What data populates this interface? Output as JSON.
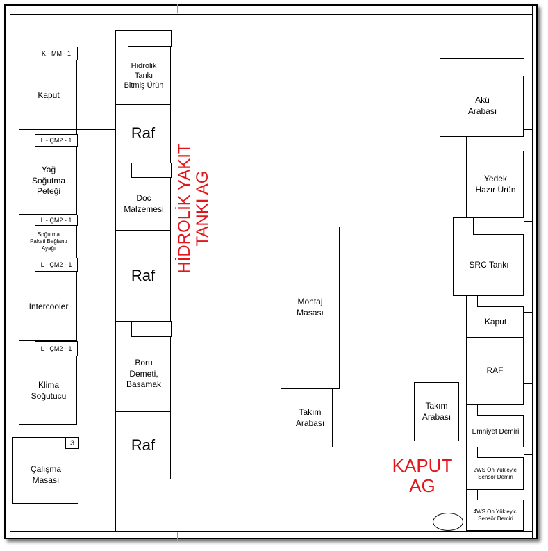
{
  "left_column": {
    "kaput": {
      "tag": "K - MM - 1",
      "label": "Kaput"
    },
    "yag": {
      "tag": "L - ÇM2 - 1",
      "label": "Yağ\nSoğutma\nPeteği"
    },
    "sogutma_ayagi": {
      "tag": "L - ÇM2 - 1",
      "label": "Soğutma\nPaketi Bağlantı\nAyağı"
    },
    "intercooler": {
      "tag": "L - ÇM2 - 1",
      "label": "Intercooler"
    },
    "klima": {
      "tag": "L - ÇM2 - 1",
      "label": "Klima\nSoğutucu"
    },
    "calisma": {
      "badge": "3",
      "label": "Çalışma\nMasası"
    }
  },
  "shelf_column": {
    "hidrolik": "Hidrolik\nTankı\nBitmiş Ürün",
    "raf1": "Raf",
    "doc": "Doc\nMalzemesi",
    "raf2": "Raf",
    "boru": "Boru\nDemeti,\nBasamak",
    "raf3": "Raf"
  },
  "area_labels": {
    "hidrolik_yakit": "HİDROLİK YAKIT\nTANKI AG",
    "kaput_ag": "KAPUT\nAG"
  },
  "center": {
    "montaj": "Montaj\nMasası",
    "takim1": "Takım\nArabası",
    "takim2": "Takım\nArabası"
  },
  "right_column": {
    "aku": "Akü\nArabası",
    "yedek": "Yedek\nHazır Ürün",
    "src": "SRC Tankı",
    "kaput": "Kaput",
    "raf": "RAF",
    "emniyet": "Emniyet Demiri",
    "ws2": "2WS Ön Yükleyici\nSensör Demiri",
    "ws4": "4WS Ön Yükleyici\nSensör Demiri"
  }
}
